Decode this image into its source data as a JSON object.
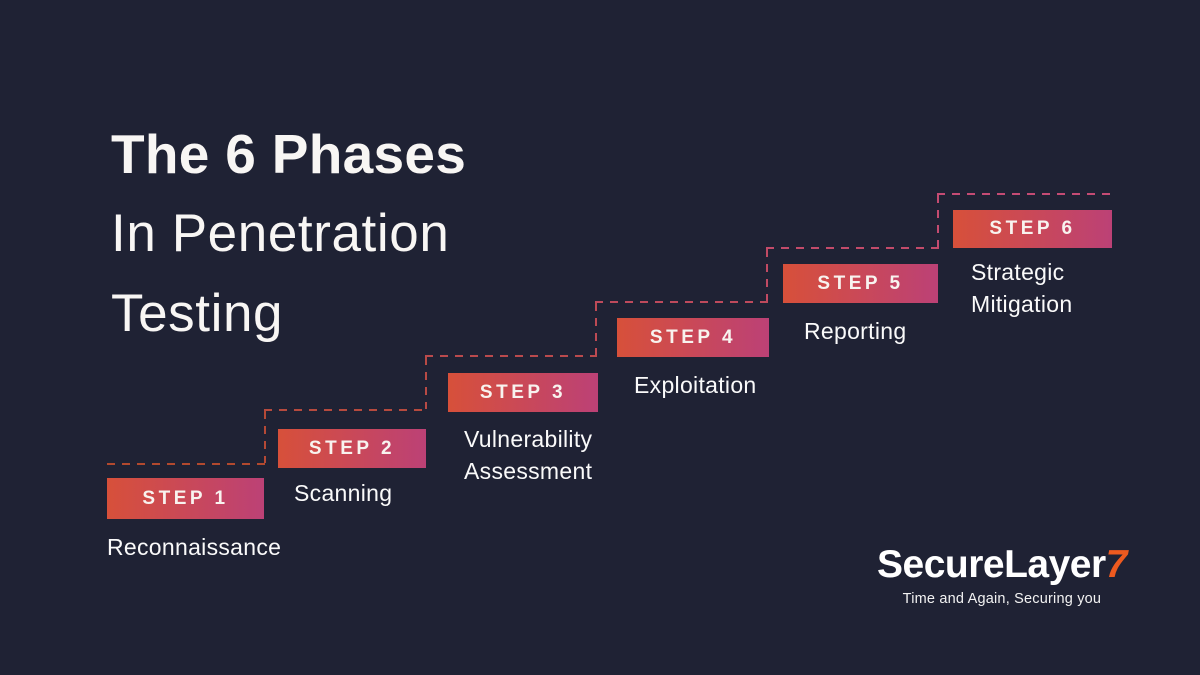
{
  "title": {
    "line1": "The 6 Phases",
    "line2": "In Penetration",
    "line3": "Testing"
  },
  "steps": [
    {
      "badge": "STEP 1",
      "name": "Reconnaissance"
    },
    {
      "badge": "STEP 2",
      "name": "Scanning"
    },
    {
      "badge": "STEP 3",
      "name": "Vulnerability Assessment"
    },
    {
      "badge": "STEP 4",
      "name": "Exploitation"
    },
    {
      "badge": "STEP 5",
      "name": "Reporting"
    },
    {
      "badge": "STEP 6",
      "name": "Strategic Mitigation"
    }
  ],
  "logo": {
    "brand": "SecureLayer",
    "brand_accent": "7",
    "tagline": "Time and Again, Securing you"
  },
  "colors": {
    "background": "#1f2234",
    "badgeStart": "#d7503a",
    "badgeEnd": "#bc4176",
    "dashStart": "#b2492e",
    "dashEnd": "#c54b74",
    "logoAccent": "#ee5a1f",
    "text": "#f8f6f4"
  }
}
